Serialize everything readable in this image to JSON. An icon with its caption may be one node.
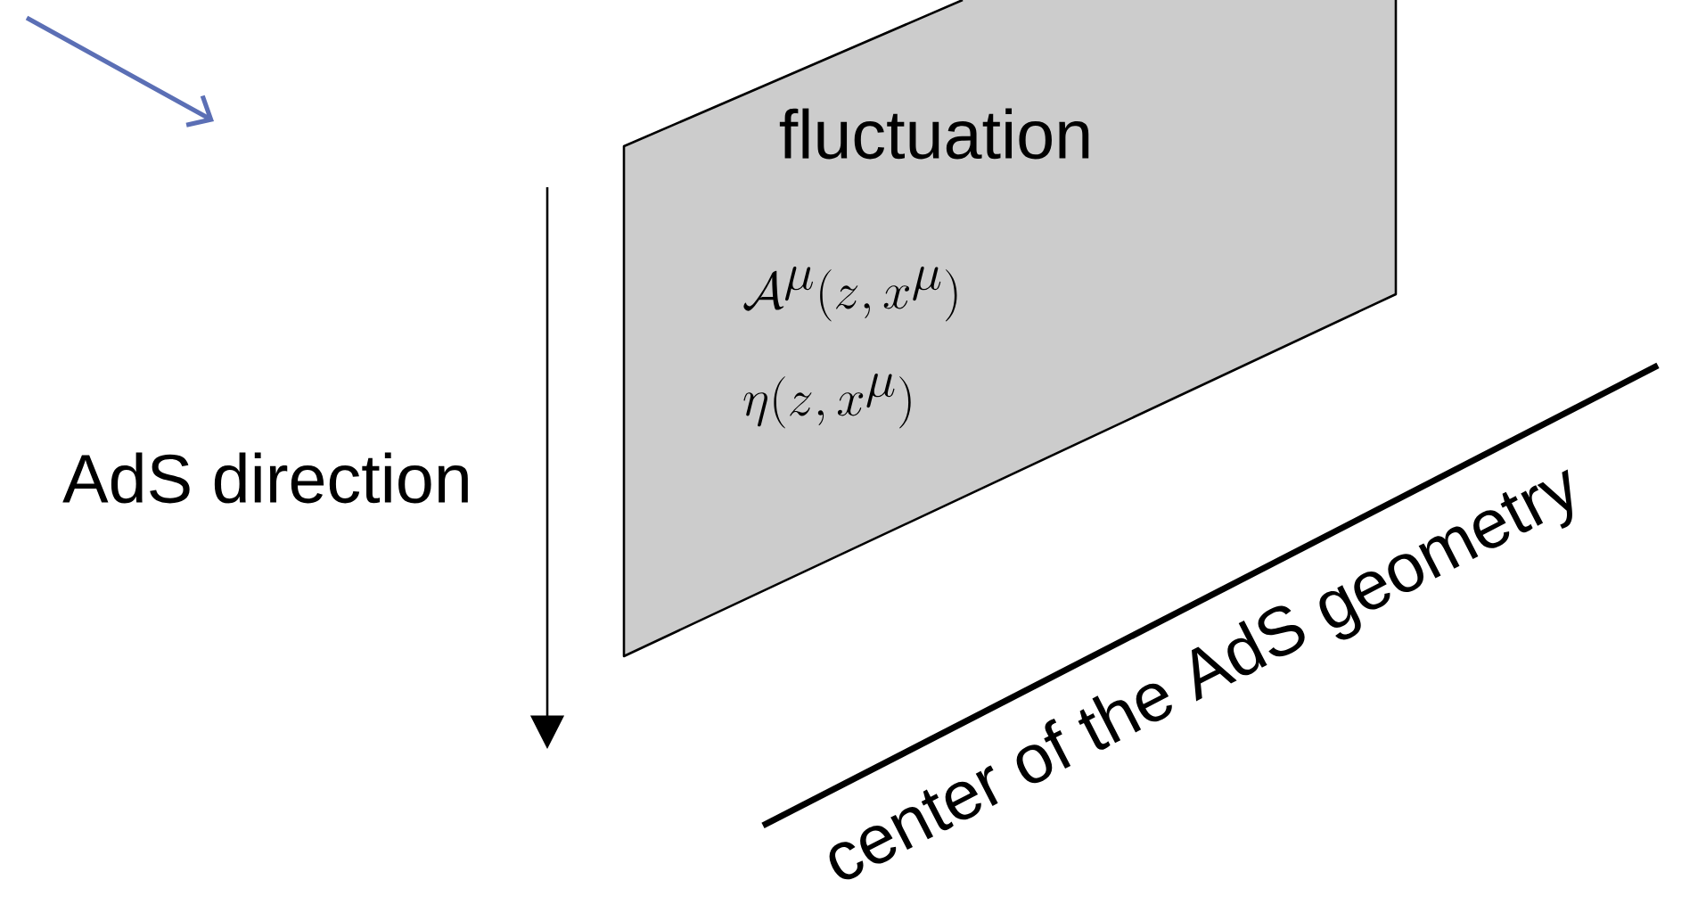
{
  "diagram": {
    "nodes": [
      {
        "text": [
          "fluctuation",
          "\\mathcal{A}^{\\mu}(z, x^{\\mu})",
          "\\eta(z, x^{\\mu})"
        ]
      }
    ],
    "labels": [
      "AdS direction",
      "center of the AdS geometry"
    ]
  }
}
